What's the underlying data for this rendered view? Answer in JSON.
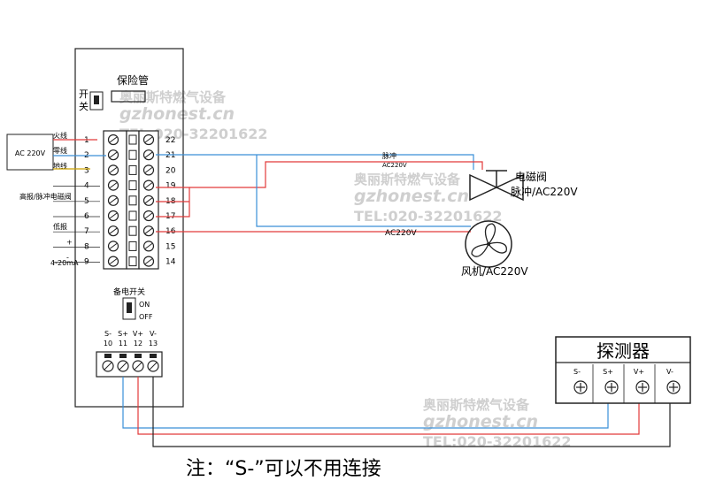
{
  "colors": {
    "red": "#e23a3a",
    "blue": "#3a8fd8",
    "black": "#222222",
    "watermark": "#cfcfcf"
  },
  "controller": {
    "fuse_label": "保险管",
    "switch_label_top": "开",
    "switch_label_bottom": "关",
    "left_terminals": [
      {
        "num": "1",
        "label": "火线"
      },
      {
        "num": "2",
        "label": "零线"
      },
      {
        "num": "3",
        "label": "地线"
      },
      {
        "num": "4",
        "label": ""
      },
      {
        "num": "5",
        "label": "高报/脉冲电磁阀"
      },
      {
        "num": "6",
        "label": ""
      },
      {
        "num": "7",
        "label": "低报"
      },
      {
        "num": "8",
        "label": "+"
      },
      {
        "num": "9",
        "label": "-"
      }
    ],
    "signal_label": "4-20mA",
    "right_terminals": [
      "22",
      "21",
      "20",
      "19",
      "18",
      "17",
      "16",
      "15",
      "14"
    ],
    "backup_switch_label": "备电开关",
    "on_label": "ON",
    "off_label": "OFF",
    "bottom_terminals": [
      {
        "name": "S-",
        "num": "10"
      },
      {
        "name": "S+",
        "num": "11"
      },
      {
        "name": "V+",
        "num": "12"
      },
      {
        "name": "V-",
        "num": "13"
      }
    ]
  },
  "power_box_label": "AC 220V",
  "valve": {
    "wire_label_top": "脉冲",
    "wire_label_bottom": "AC220V",
    "name": "电磁阀",
    "spec": "脉冲/AC220V"
  },
  "fan": {
    "wire_label": "AC220V",
    "name": "风机/AC220V"
  },
  "detector": {
    "title": "探测器",
    "terminals": [
      "S-",
      "S+",
      "V+",
      "V-"
    ]
  },
  "note": "注：“S-”可以不用连接",
  "watermarks": [
    {
      "line1": "奥丽斯特燃气设备",
      "line2": "gzhonest.cn",
      "line3": "TEL:020-32201622"
    },
    {
      "line1": "奥丽斯特燃气设备",
      "line2": "gzhonest.cn",
      "line3": "TEL:020-32201622"
    },
    {
      "line1": "奥丽斯特燃气设备",
      "line2": "gzhonest.cn",
      "line3": "TEL:020-32201622"
    }
  ]
}
